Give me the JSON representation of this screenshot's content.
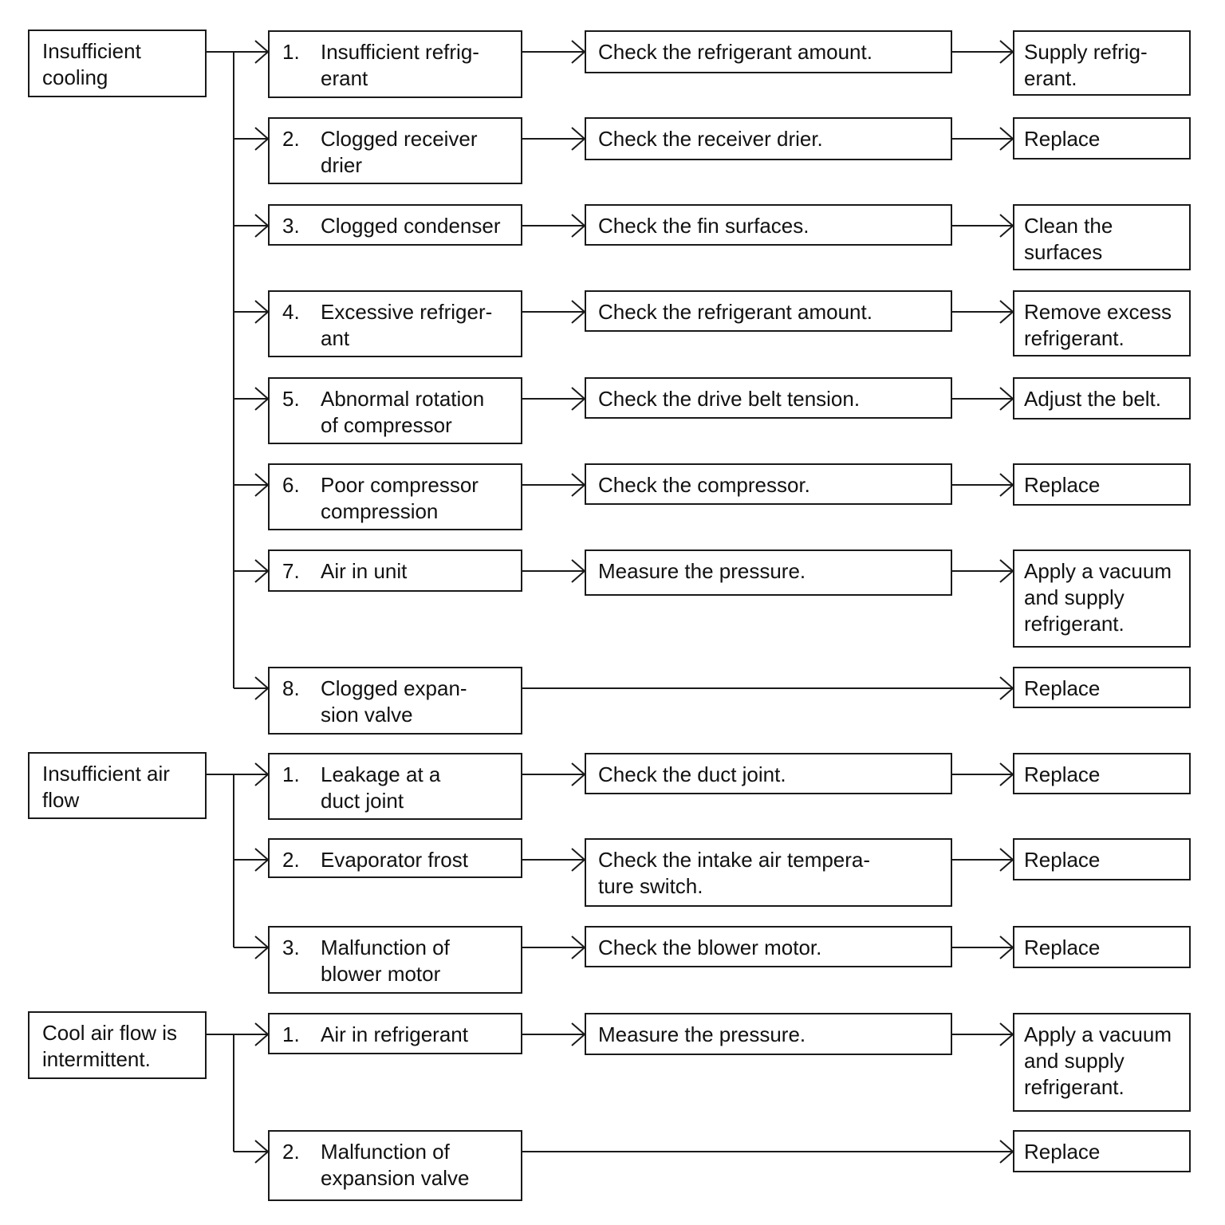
{
  "groups": [
    {
      "symptom": "Insufficient\ncooling",
      "rows": [
        {
          "num": "1.",
          "cause": "Insufficient refrig-\nerant",
          "check": "Check the refrigerant amount.",
          "remedy": "Supply refrig-\nerant."
        },
        {
          "num": "2.",
          "cause": "Clogged receiver\ndrier",
          "check": "Check the receiver drier.",
          "remedy": "Replace"
        },
        {
          "num": "3.",
          "cause": "Clogged condenser",
          "check": "Check the fin surfaces.",
          "remedy": "Clean the\nsurfaces"
        },
        {
          "num": "4.",
          "cause": "Excessive refriger-\nant",
          "check": "Check the refrigerant amount.",
          "remedy": "Remove excess\nrefrigerant."
        },
        {
          "num": "5.",
          "cause": "Abnormal rotation\nof compressor",
          "check": "Check the drive belt tension.",
          "remedy": "Adjust the belt."
        },
        {
          "num": "6.",
          "cause": "Poor compressor\ncompression",
          "check": "Check the compressor.",
          "remedy": "Replace"
        },
        {
          "num": "7.",
          "cause": "Air in unit",
          "check": "Measure the pressure.",
          "remedy": "Apply a vacuum\nand supply\nrefrigerant."
        },
        {
          "num": "8.",
          "cause": "Clogged expan-\nsion valve",
          "check": "",
          "remedy": "Replace"
        }
      ]
    },
    {
      "symptom": "Insufficient air\nflow",
      "rows": [
        {
          "num": "1.",
          "cause": "Leakage at a\nduct joint",
          "check": "Check the duct joint.",
          "remedy": "Replace"
        },
        {
          "num": "2.",
          "cause": "Evaporator frost",
          "check": "Check the intake air tempera-\nture switch.",
          "remedy": "Replace"
        },
        {
          "num": "3.",
          "cause": "Malfunction of\nblower motor",
          "check": "Check the blower motor.",
          "remedy": "Replace"
        }
      ]
    },
    {
      "symptom": "Cool air flow is\nintermittent.",
      "rows": [
        {
          "num": "1.",
          "cause": "Air in refrigerant",
          "check": "Measure the pressure.",
          "remedy": "Apply a vacuum\nand supply\nrefrigerant."
        },
        {
          "num": "2.",
          "cause": "Malfunction of\nexpansion valve",
          "check": "",
          "remedy": "Replace"
        }
      ]
    }
  ]
}
